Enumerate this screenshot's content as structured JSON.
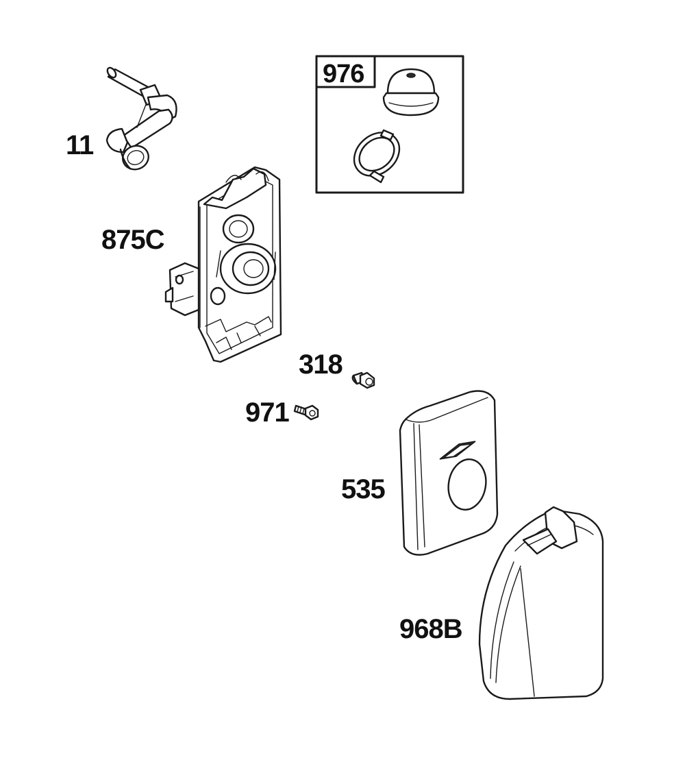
{
  "parts": [
    {
      "callout": "11",
      "icon": "breather-tube-icon"
    },
    {
      "callout": "875C",
      "icon": "air-cleaner-base-icon"
    },
    {
      "callout": "976",
      "icon": "seal-kit-icon"
    },
    {
      "callout": "318",
      "icon": "screw-icon"
    },
    {
      "callout": "971",
      "icon": "screw-icon"
    },
    {
      "callout": "535",
      "icon": "air-filter-icon"
    },
    {
      "callout": "968B",
      "icon": "air-cleaner-cover-icon"
    }
  ],
  "colors": {
    "line": "#1a1a1a",
    "background": "#ffffff"
  }
}
